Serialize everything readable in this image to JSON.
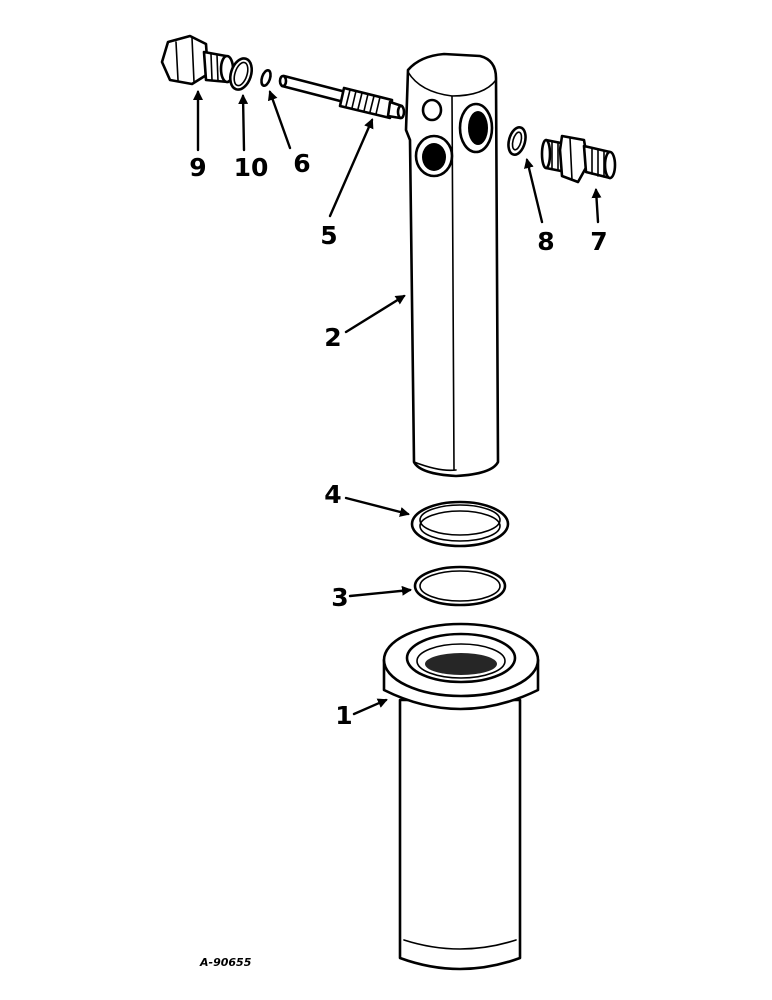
{
  "callouts": [
    {
      "id": "9",
      "label": "9"
    },
    {
      "id": "10",
      "label": "10"
    },
    {
      "id": "6",
      "label": "6"
    },
    {
      "id": "5",
      "label": "5"
    },
    {
      "id": "8",
      "label": "8"
    },
    {
      "id": "7",
      "label": "7"
    },
    {
      "id": "2",
      "label": "2"
    },
    {
      "id": "4",
      "label": "4"
    },
    {
      "id": "3",
      "label": "3"
    },
    {
      "id": "1",
      "label": "1"
    }
  ],
  "figure_id": "A-90655"
}
